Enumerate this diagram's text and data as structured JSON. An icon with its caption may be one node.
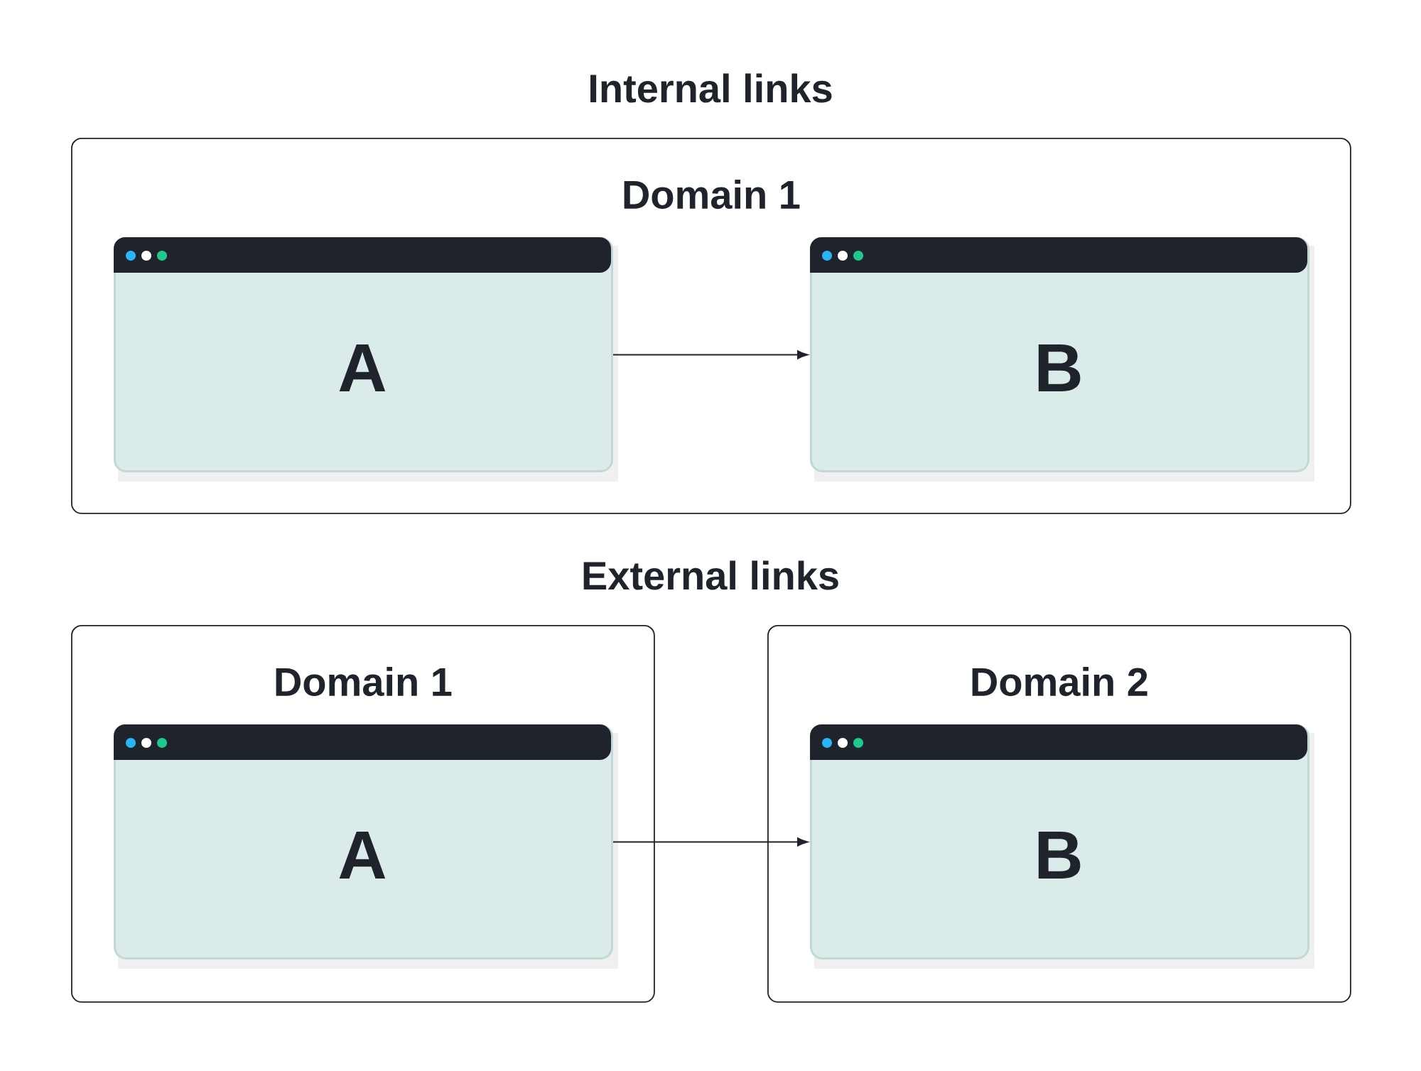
{
  "diagram": {
    "nodes": [
      {
        "text": [
          "Domain 1"
        ]
      },
      {
        "text": [
          "A"
        ],
        "in": 0
      },
      {
        "text": [
          "B"
        ],
        "in": 0
      },
      {
        "text": [
          "Domain 1"
        ]
      },
      {
        "text": [
          "A"
        ],
        "in": 3
      },
      {
        "text": [
          "Domain 2"
        ]
      },
      {
        "text": [
          "B"
        ],
        "in": 5
      }
    ],
    "edges": [
      {
        "from": 1,
        "to": 2,
        "arrow": "to"
      },
      {
        "from": 4,
        "to": 6,
        "arrow": "to"
      }
    ],
    "labels": [
      "Internal links",
      "External links"
    ]
  }
}
